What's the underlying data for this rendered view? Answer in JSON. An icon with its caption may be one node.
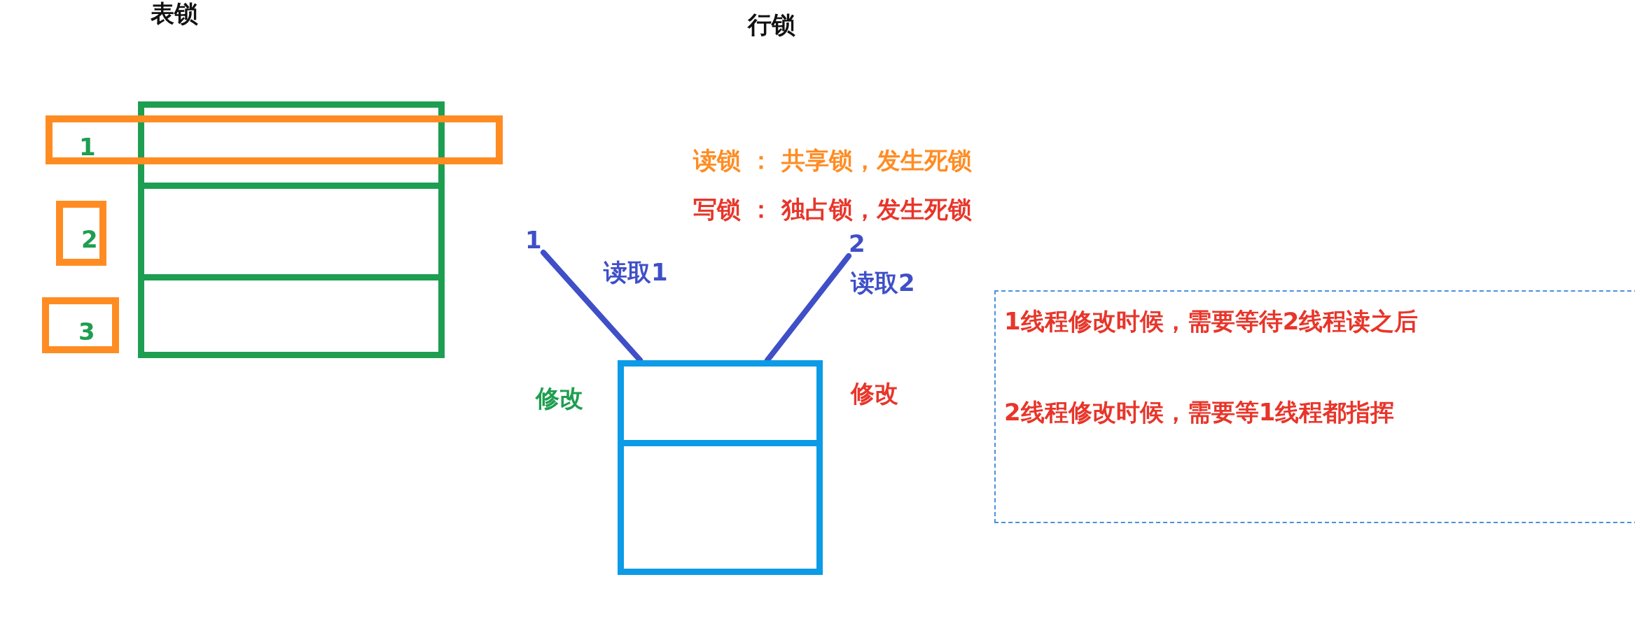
{
  "diagram": {
    "nodes": [
      {
        "text": [
          "1"
        ]
      },
      {
        "text": [],
        "shape": "box"
      },
      {
        "text": [
          "2"
        ]
      },
      {
        "text": [
          "3"
        ]
      },
      {
        "text": [
          "1"
        ]
      },
      {
        "text": [
          "2"
        ]
      },
      {
        "text": [],
        "shape": "box"
      },
      {
        "text": [
          "1线程修改时候，需要等待2线程读之后",
          "2线程修改时候，需要等1线程都指挥"
        ]
      }
    ],
    "edges": [
      {
        "from": 4,
        "to": 6,
        "arrow": "none",
        "label": "读取1"
      },
      {
        "from": 5,
        "to": 6,
        "arrow": "none",
        "label": "读取2"
      }
    ],
    "labels": [
      "表锁",
      "行锁",
      "读锁 ： 共享锁，发生死锁",
      "写锁 ： 独占锁，发生死锁",
      "修改",
      "修改"
    ]
  }
}
